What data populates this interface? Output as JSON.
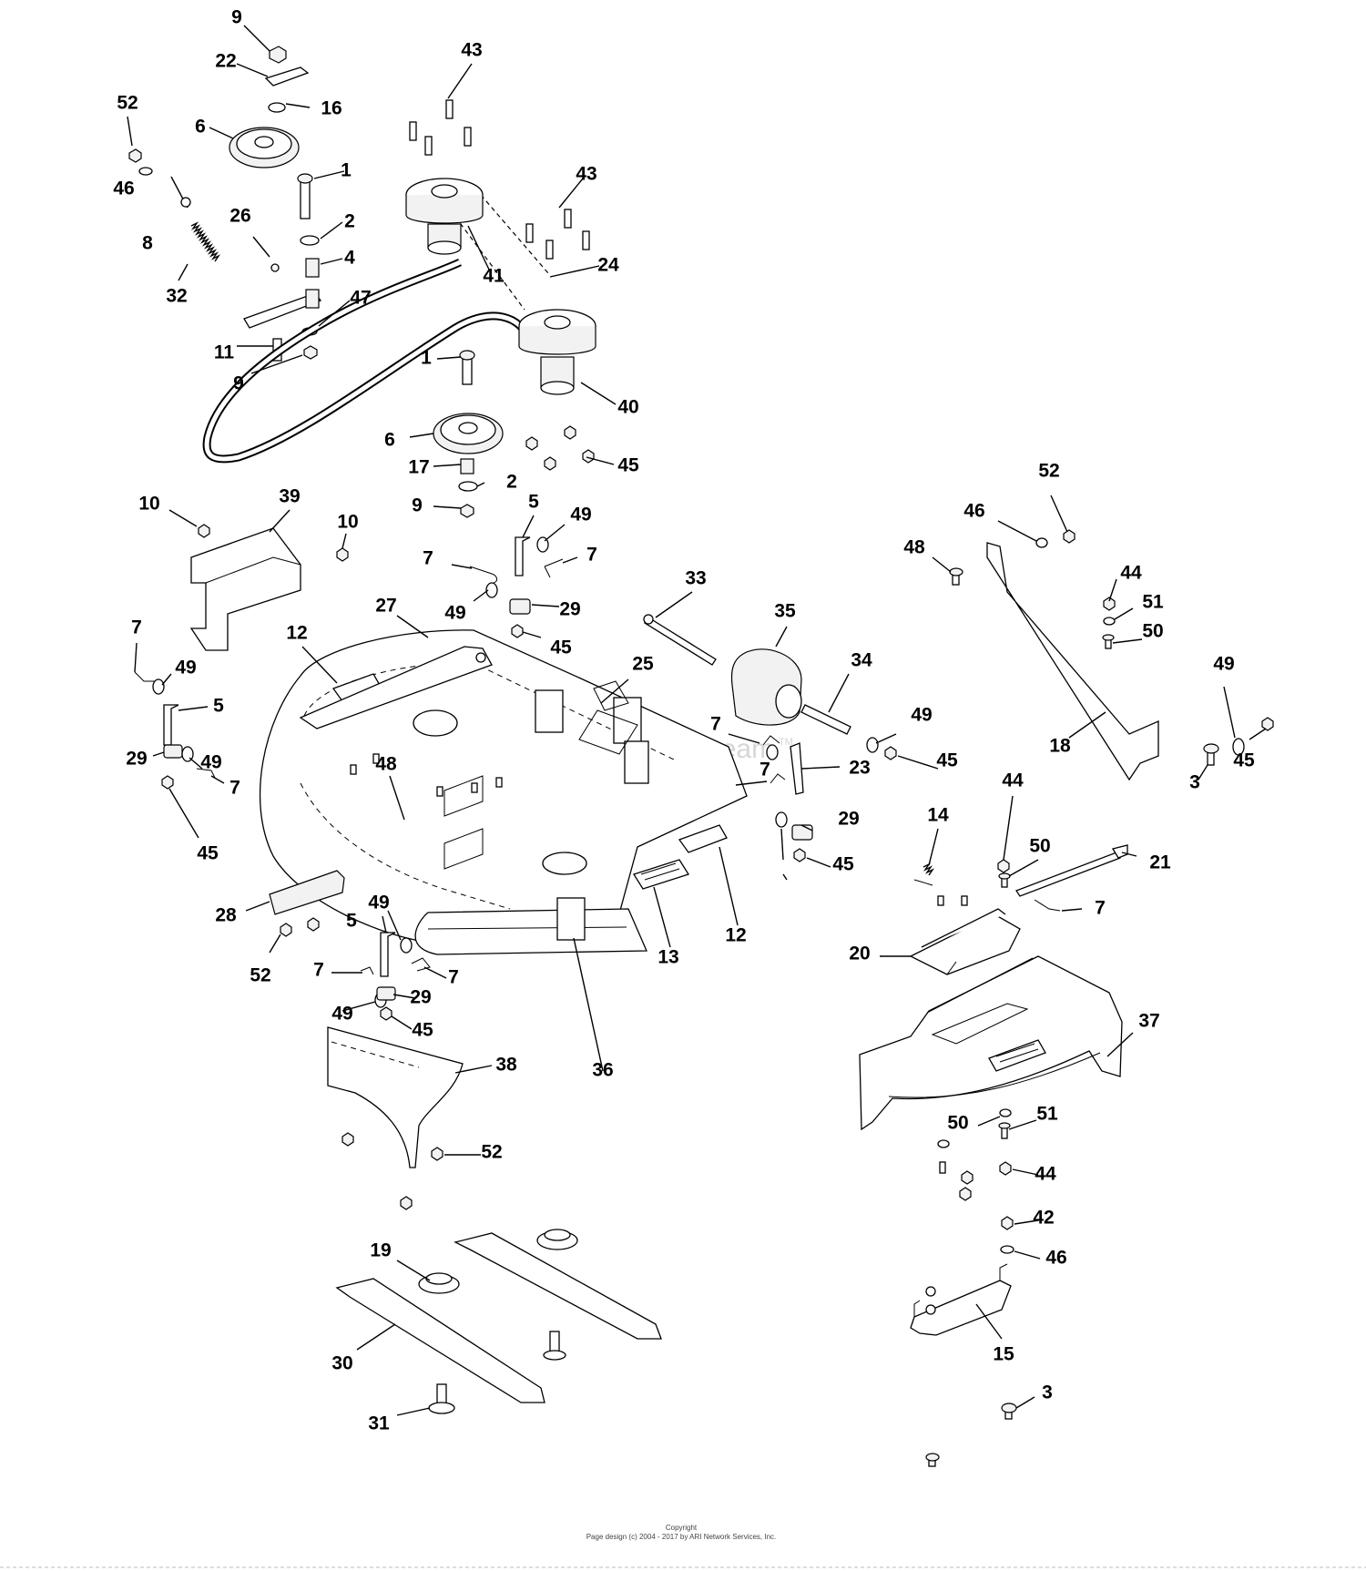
{
  "diagram": {
    "watermark": "ARI PartStream",
    "watermark_tm": "TM",
    "footer": {
      "line1": "Copyright",
      "line2": "Page design (c) 2004 - 2017 by ARI Network Services, Inc."
    },
    "callouts": [
      "9",
      "22",
      "16",
      "52",
      "6",
      "46",
      "1",
      "8",
      "26",
      "2",
      "4",
      "32",
      "47",
      "11",
      "9",
      "43",
      "43",
      "41",
      "24",
      "1",
      "40",
      "6",
      "17",
      "2",
      "45",
      "9",
      "10",
      "39",
      "10",
      "5",
      "49",
      "7",
      "7",
      "49",
      "29",
      "45",
      "27",
      "12",
      "7",
      "49",
      "5",
      "49",
      "29",
      "7",
      "45",
      "33",
      "35",
      "34",
      "25",
      "7",
      "49",
      "23",
      "45",
      "7",
      "29",
      "45",
      "48",
      "28",
      "52",
      "49",
      "5",
      "7",
      "7",
      "49",
      "29",
      "45",
      "38",
      "52",
      "36",
      "13",
      "12",
      "14",
      "44",
      "50",
      "21",
      "7",
      "20",
      "37",
      "50",
      "51",
      "44",
      "42",
      "46",
      "19",
      "30",
      "31",
      "15",
      "3",
      "52",
      "46",
      "48",
      "44",
      "51",
      "50",
      "18",
      "49",
      "45",
      "3"
    ]
  }
}
